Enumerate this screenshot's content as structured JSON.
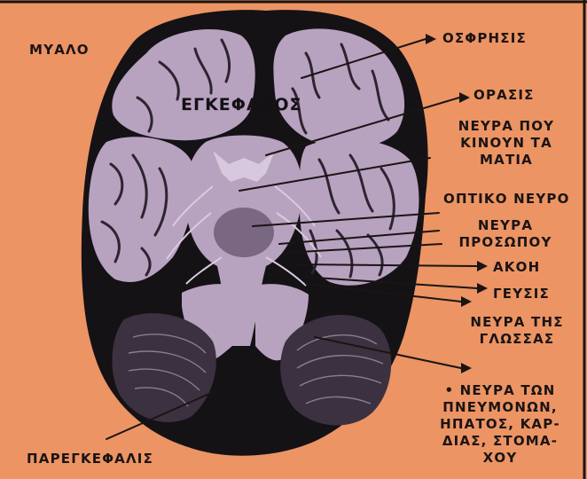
{
  "labels": {
    "myalo": "ΜΥΑΛΟ",
    "egkefalos": "ΕΓΚΕΦΑΛΟΣ",
    "osfrisis": "ΟΣΦΡΗΣΙΣ",
    "orasis": "ΟΡΑΣΙΣ",
    "neyra_kinoun_1": "ΝΕΥΡΑ ΠΟΥ",
    "neyra_kinoun_2": "ΚΙΝΟΥΝ ΤΑ",
    "neyra_kinoun_3": "ΜΑΤΙΑ",
    "optiko_neyro": "ΟΠΤΙΚΟ ΝΕΥΡΟ",
    "neyra_prosopou_1": "ΝΕΥΡΑ",
    "neyra_prosopou_2": "ΠΡΟΣΩΠΟΥ",
    "akoi": "ΑΚΟΗ",
    "geysis": "ΓΕΥΣΙΣ",
    "neyra_glossas_1": "ΝΕΥΡΑ ΤΗΣ",
    "neyra_glossas_2": "ΓΛΩΣΣΑΣ",
    "neyra_organon_1": "• ΝΕΥΡΑ ΤΩΝ",
    "neyra_organon_2": "ΠΝΕΥΜΟΝΩΝ,",
    "neyra_organon_3": "ΗΠΑΤΟΣ, ΚΑΡ-",
    "neyra_organon_4": "ΔΙΑΣ, ΣΤΟΜΑ-",
    "neyra_organon_5": "ΧΟΥ",
    "paregkefalis": "ΠΑΡΕΓΚΕΦΑΛΙΣ"
  },
  "colors": {
    "background": "#ec9464",
    "skull": "#151216",
    "brain": "#b7a2bf",
    "brain_shadow": "#3a2f3d",
    "ink": "#1a1414"
  }
}
